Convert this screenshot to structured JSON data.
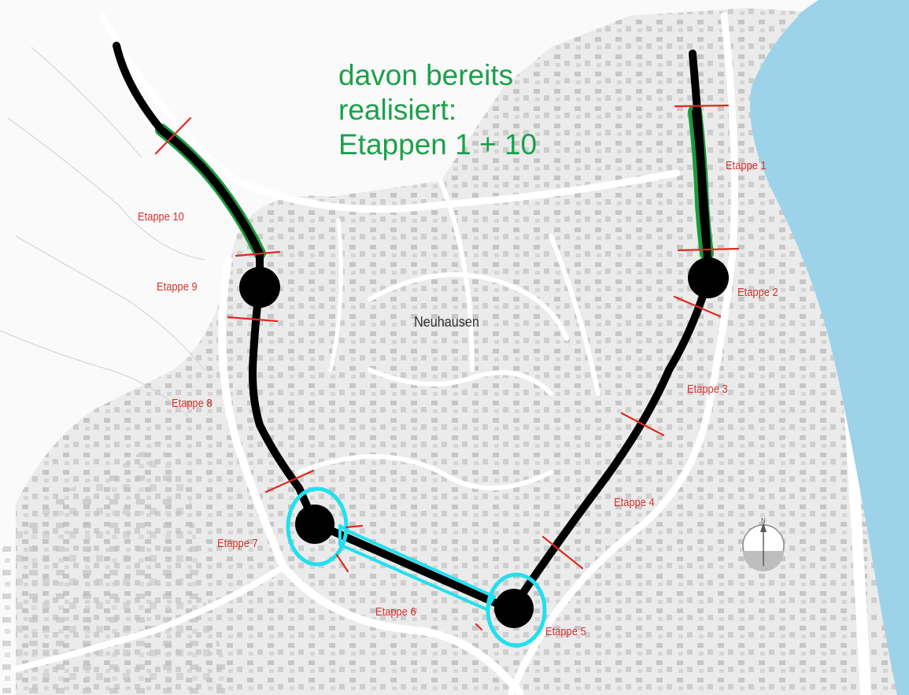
{
  "map": {
    "place_label": "Neuhausen",
    "note_lines": [
      "davon bereits",
      "realisiert:",
      "Etappen 1 + 10"
    ],
    "etappen": {
      "e1": "Etappe 1",
      "e2": "Etappe 2",
      "e3": "Etappe 3",
      "e4": "Etappe 4",
      "e5": "Etappe 5",
      "e6": "Etappe 6",
      "e7": "Etappe 7",
      "e8": "Etappe 8",
      "e9": "Etappe 9",
      "e10": "Etappe 10"
    },
    "colors": {
      "route": "#000000",
      "realized": "#1a9a3e",
      "stage_divider": "#e02a1f",
      "highlight": "#22e0ee",
      "river": "#9cd3e8",
      "annotation_text": "#1aa14a",
      "stage_label": "#d7322f"
    },
    "icons": [
      "north-arrow-icon"
    ]
  }
}
